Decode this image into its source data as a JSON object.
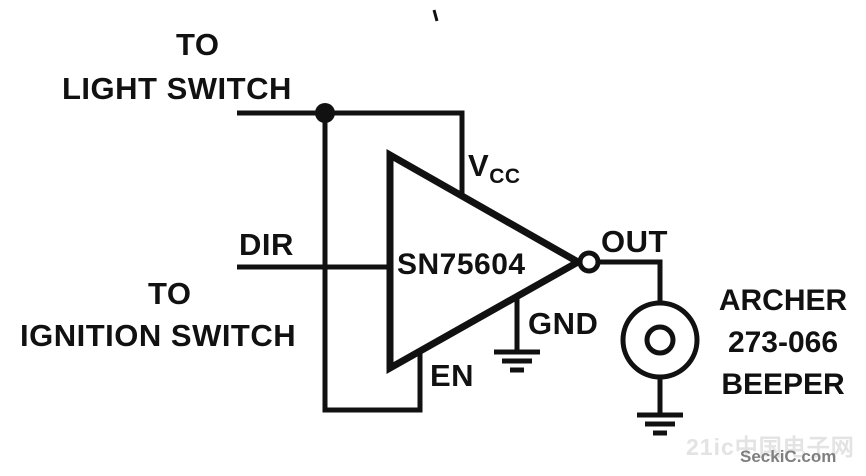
{
  "diagram": {
    "title_hint": "SN75604 lights-on reminder beeper schematic",
    "labels": {
      "to_light_top": "TO",
      "light_switch": "LIGHT SWITCH",
      "dir": "DIR",
      "to_ignition_top": "TO",
      "ignition_switch": "IGNITION SWITCH",
      "ic": "SN75604",
      "vcc_main": "V",
      "vcc_sub": "CC",
      "gnd": "GND",
      "en": "EN",
      "out": "OUT",
      "beeper_line1": "ARCHER",
      "beeper_line2": "273-066",
      "beeper_line3": "BEEPER"
    },
    "watermark": {
      "primary": "SeckiC.com",
      "secondary": "21ic中国电子网"
    },
    "colors": {
      "ink": "#111111",
      "background": "#ffffff",
      "watermark_primary": "#7f7f7f",
      "watermark_secondary": "#e3e3e3"
    }
  }
}
